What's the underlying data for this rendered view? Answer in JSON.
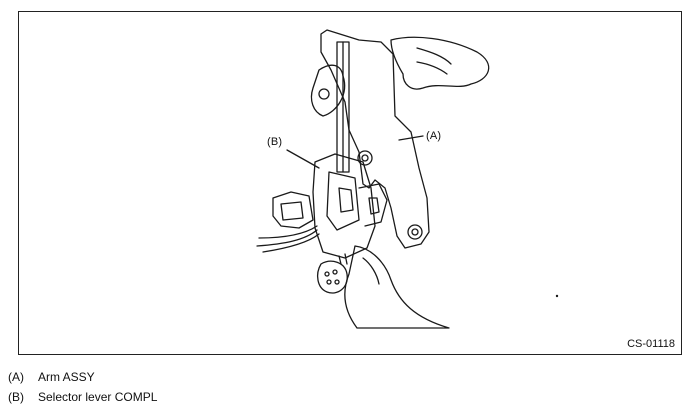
{
  "figure": {
    "code": "CS-01118",
    "callouts": [
      {
        "key": "(A)"
      },
      {
        "key": "(B)"
      }
    ]
  },
  "legend": [
    {
      "key": "(A)",
      "label": "Arm ASSY"
    },
    {
      "key": "(B)",
      "label": "Selector lever COMPL"
    }
  ]
}
